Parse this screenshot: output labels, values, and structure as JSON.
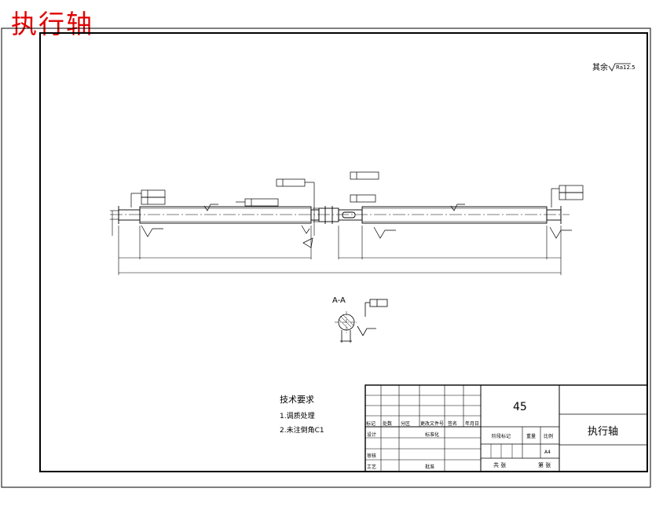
{
  "sheet_title": "执行轴",
  "surface_note": {
    "prefix": "其余",
    "symbol": "Ra12.5"
  },
  "section_label": "A-A",
  "tech_requirements": {
    "heading": "技术要求",
    "items": [
      "1.调质处理",
      "2.未注倒角C1"
    ]
  },
  "title_block": {
    "material": "45",
    "part_name": "执行轴",
    "headers": [
      "标记",
      "处数",
      "分区",
      "更改文件号",
      "签名",
      "年月日"
    ],
    "row_labels": [
      "设计",
      "审核",
      "工艺"
    ],
    "std_label": "标准化",
    "approve_label": "批准",
    "stage_label": "阶段标记",
    "weight_label": "重量",
    "scale_label": "比例",
    "sheet_size": "A4",
    "total_label": "共 张",
    "sheet_no_label": "第 张"
  },
  "colors": {
    "title": "#e00000",
    "line": "#000000"
  }
}
